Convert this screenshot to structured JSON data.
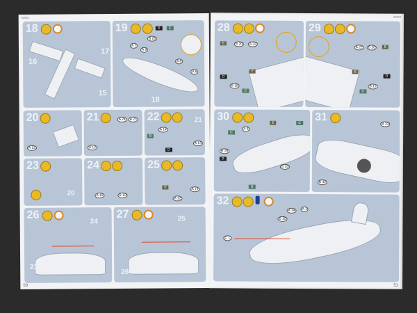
{
  "left_page": {
    "code": "03962",
    "page_number": "50",
    "steps": [
      {
        "n": "18",
        "callouts": [
          "16",
          "17",
          "15"
        ]
      },
      {
        "n": "19",
        "callouts": [
          "B 26",
          "A 7",
          "A 9",
          "A 8",
          "A 6",
          "18"
        ],
        "flags": [
          "D",
          "C"
        ]
      },
      {
        "n": "20",
        "callouts": [
          "A 12"
        ]
      },
      {
        "n": "21",
        "callouts": [
          "A 24",
          "A 23",
          "A 12"
        ]
      },
      {
        "n": "22",
        "callouts": [
          "A 14",
          "A 13",
          "21"
        ],
        "flags": [
          "B",
          "D"
        ]
      },
      {
        "n": "23",
        "callouts": [
          "20"
        ]
      },
      {
        "n": "24",
        "callouts": [
          "A 16",
          "B 10"
        ]
      },
      {
        "n": "25",
        "callouts": [
          "A 19",
          "A 12"
        ],
        "flags": [
          "E"
        ]
      },
      {
        "n": "26",
        "callouts": [
          "24",
          "23"
        ]
      },
      {
        "n": "27",
        "callouts": [
          "25",
          "26"
        ]
      }
    ]
  },
  "right_page": {
    "code": "03962",
    "page_number": "51",
    "steps": [
      {
        "n": "28",
        "callouts": [
          "B 20",
          "A 22",
          "B 16"
        ],
        "flags": [
          "E",
          "D",
          "E",
          "C"
        ]
      },
      {
        "n": "29",
        "callouts": [
          "A 22",
          "B 20",
          "B 17"
        ],
        "flags": [
          "E",
          "E",
          "D",
          "C"
        ]
      },
      {
        "n": "30",
        "callouts": [
          "A 9",
          "B 28",
          "B 10"
        ],
        "flags": [
          "C",
          "E",
          "C",
          "D",
          "G"
        ]
      },
      {
        "n": "31",
        "callouts": [
          "B 33",
          "B 32"
        ]
      },
      {
        "n": "32",
        "callouts": [
          "A 34",
          "A 1",
          "B 30",
          "C 1"
        ]
      }
    ]
  },
  "colors": {
    "background": "#2b2b2c",
    "panel": "#b7c5d6",
    "accent_arrow": "#e04a2a",
    "icon_yellow": "#e8b928",
    "callout_orange": "#e3a21a"
  }
}
